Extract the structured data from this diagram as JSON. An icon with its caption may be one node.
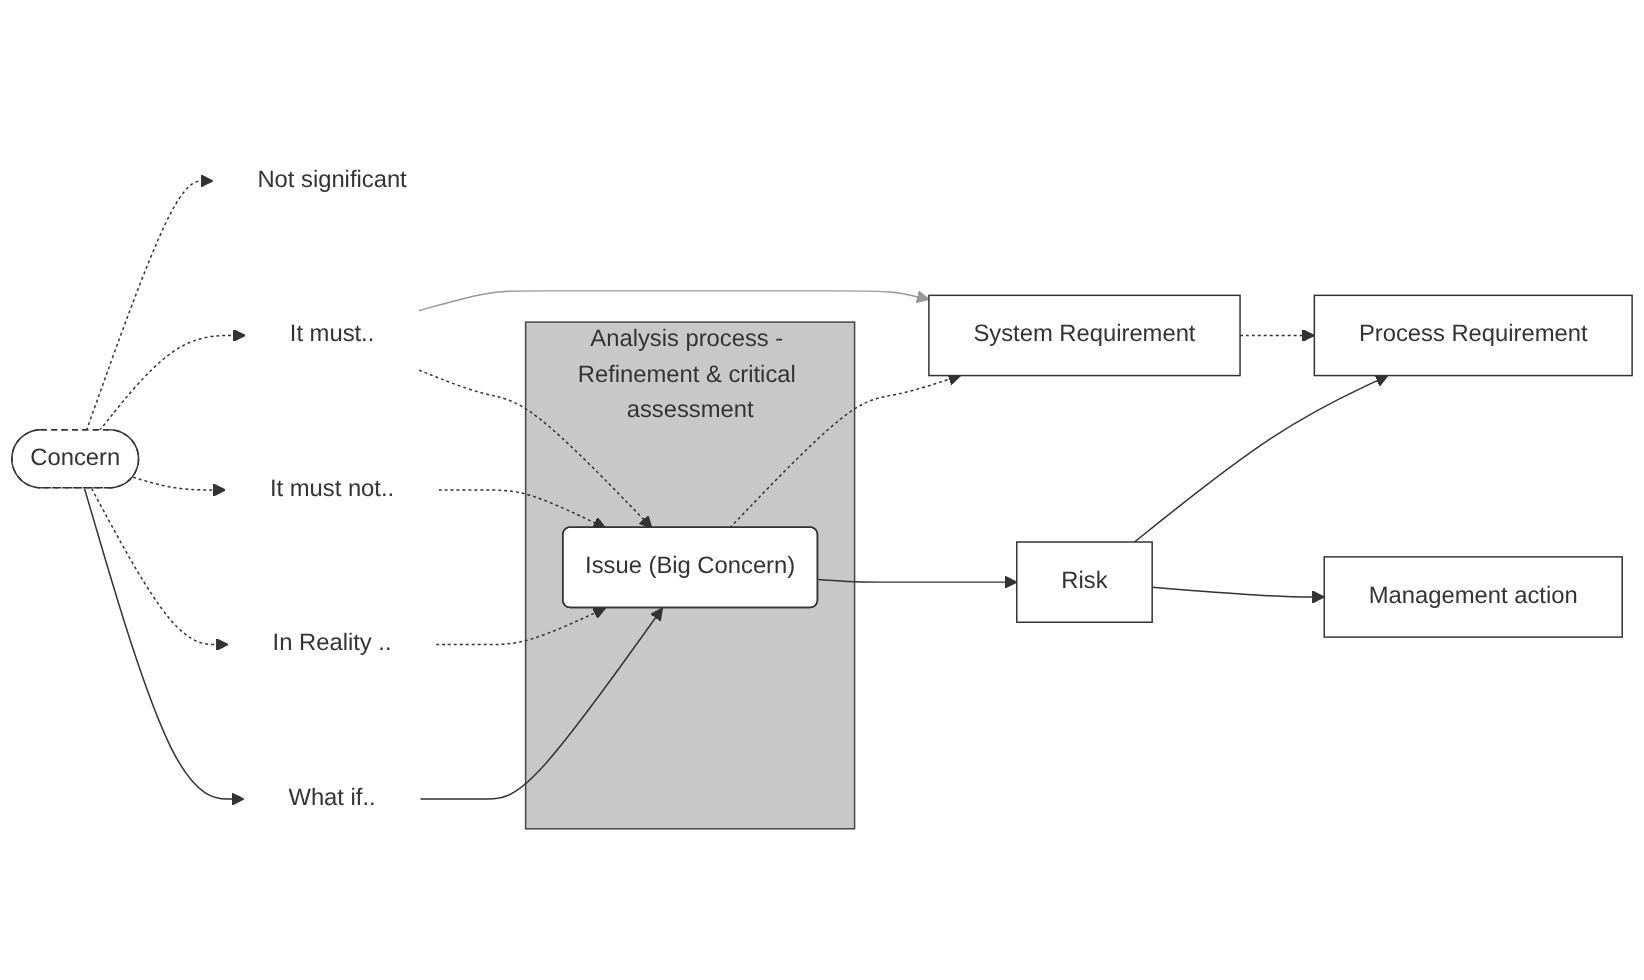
{
  "diagram": {
    "nodes": [
      {
        "text": [
          "Not significant"
        ]
      },
      {
        "text": [
          "Concern"
        ]
      },
      {
        "text": [
          "It must.."
        ]
      },
      {
        "text": [
          "It must not.."
        ]
      },
      {
        "text": [
          "In Reality .."
        ]
      },
      {
        "text": [
          "What if.."
        ]
      },
      {
        "text": [
          "Analysis process - Refinement & critical assessment"
        ]
      },
      {
        "text": [
          "Issue (Big Concern)"
        ],
        "in": 6
      },
      {
        "text": [
          "System Requirement"
        ]
      },
      {
        "text": [
          "Risk"
        ]
      },
      {
        "text": [
          "Process Requirement"
        ]
      },
      {
        "text": [
          "Management action"
        ]
      }
    ],
    "edges": [
      {
        "from": 1,
        "to": 0,
        "arrow": "to",
        "style": "dashed"
      },
      {
        "from": 1,
        "to": 2,
        "arrow": "to",
        "style": "dashed"
      },
      {
        "from": 1,
        "to": 3,
        "arrow": "to",
        "style": "dashed"
      },
      {
        "from": 1,
        "to": 4,
        "arrow": "to",
        "style": "dashed"
      },
      {
        "from": 1,
        "to": 5,
        "arrow": "to"
      },
      {
        "from": 2,
        "to": 8,
        "arrow": "to",
        "color": "#999999"
      },
      {
        "from": 2,
        "to": 7,
        "arrow": "to",
        "style": "dashed"
      },
      {
        "from": 3,
        "to": 7,
        "arrow": "to",
        "style": "dashed"
      },
      {
        "from": 4,
        "to": 7,
        "arrow": "to",
        "style": "dashed"
      },
      {
        "from": 5,
        "to": 7,
        "arrow": "to"
      },
      {
        "from": 7,
        "to": 8,
        "arrow": "to",
        "style": "dashed"
      },
      {
        "from": 7,
        "to": 9,
        "arrow": "to"
      },
      {
        "from": 8,
        "to": 10,
        "arrow": "to",
        "style": "dashed"
      },
      {
        "from": 9,
        "to": 10,
        "arrow": "to"
      },
      {
        "from": 9,
        "to": 11,
        "arrow": "to"
      }
    ]
  }
}
